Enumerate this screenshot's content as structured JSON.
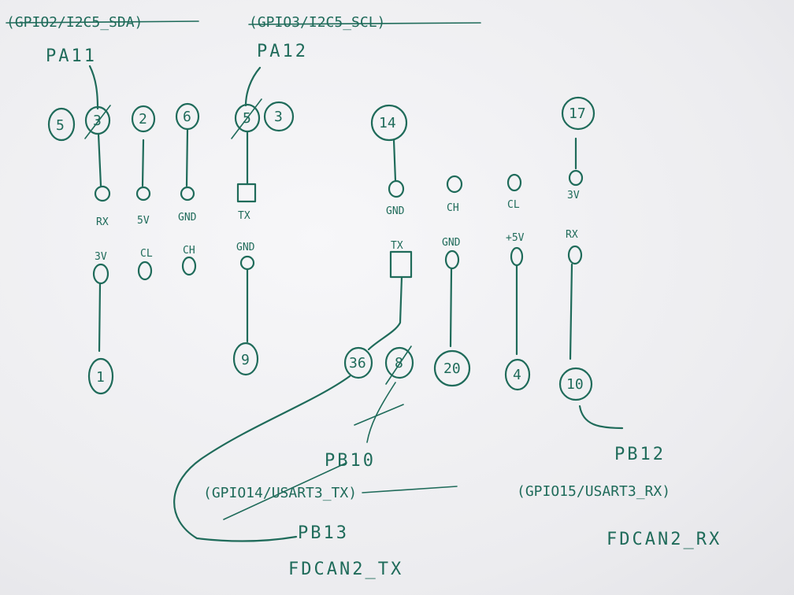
{
  "top_labels": {
    "left_strike": "(GPIO2/I2C5_SDA)",
    "right_strike": "(GPIO3/I2C5_SCL)",
    "pa_left": "PA11",
    "pa_right": "PA12"
  },
  "left_header": {
    "top_numbers": [
      "5",
      "3",
      "2",
      "6",
      "5",
      "3"
    ],
    "top_pin_labels": [
      "RX",
      "5V",
      "GND",
      "TX"
    ],
    "bottom_pin_labels": [
      "3V",
      "CL",
      "CH",
      "GND"
    ],
    "bottom_numbers": [
      "1",
      "9"
    ]
  },
  "right_header": {
    "top_numbers": [
      "14",
      "17"
    ],
    "top_pin_labels": [
      "GND",
      "CH",
      "CL",
      "3V"
    ],
    "bottom_pin_labels": [
      "TX",
      "GND",
      "+5V",
      "RX"
    ],
    "bottom_numbers": [
      "36",
      "8",
      "20",
      "4",
      "10"
    ]
  },
  "bottom_labels": {
    "pb10": "PB10",
    "pb10_sub": "(GPIO14/USART3_TX)",
    "pb13": "PB13",
    "fdcan_tx": "FDCAN2_TX",
    "pb12": "PB12",
    "pb12_sub": "(GPIO15/USART3_RX)",
    "fdcan_rx": "FDCAN2_RX"
  }
}
